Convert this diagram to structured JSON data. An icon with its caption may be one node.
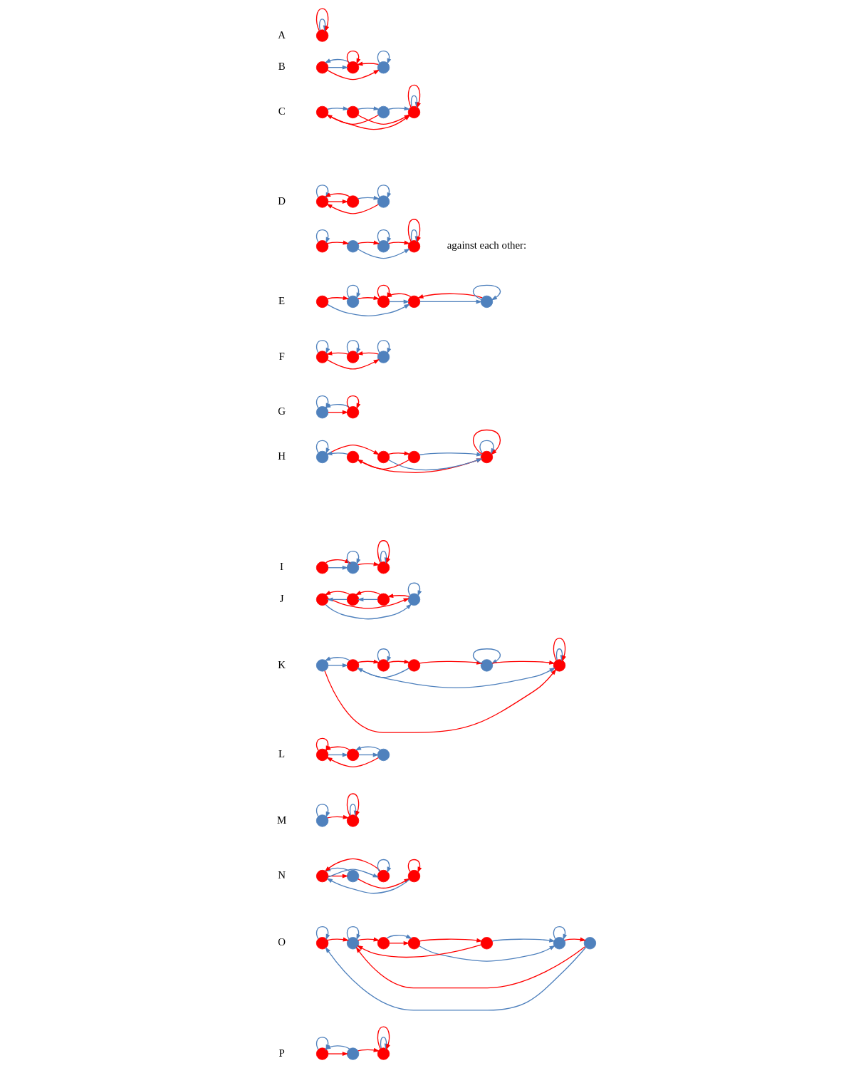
{
  "diagram": {
    "nodes": [
      {
        "text": [],
        "shape": "circle"
      },
      {
        "text": [],
        "shape": "circle"
      },
      {
        "text": [],
        "shape": "circle"
      },
      {
        "text": [],
        "shape": "circle"
      },
      {
        "text": [],
        "shape": "circle"
      },
      {
        "text": [],
        "shape": "circle"
      },
      {
        "text": [],
        "shape": "circle"
      },
      {
        "text": [],
        "shape": "circle"
      },
      {
        "text": [],
        "shape": "circle"
      },
      {
        "text": [],
        "shape": "circle"
      },
      {
        "text": [],
        "shape": "circle"
      },
      {
        "text": [],
        "shape": "circle"
      },
      {
        "text": [],
        "shape": "circle"
      },
      {
        "text": [],
        "shape": "circle"
      },
      {
        "text": [],
        "shape": "circle"
      },
      {
        "text": [],
        "shape": "circle"
      },
      {
        "text": [],
        "shape": "circle"
      },
      {
        "text": [],
        "shape": "circle"
      },
      {
        "text": [],
        "shape": "circle"
      },
      {
        "text": [],
        "shape": "circle"
      },
      {
        "text": [],
        "shape": "circle"
      },
      {
        "text": [],
        "shape": "circle"
      },
      {
        "text": [],
        "shape": "circle"
      },
      {
        "text": [],
        "shape": "circle"
      },
      {
        "text": [],
        "shape": "circle"
      },
      {
        "text": [],
        "shape": "circle"
      },
      {
        "text": [],
        "shape": "circle"
      },
      {
        "text": [],
        "shape": "circle"
      },
      {
        "text": [],
        "shape": "circle"
      },
      {
        "text": [],
        "shape": "circle"
      },
      {
        "text": [],
        "shape": "circle"
      },
      {
        "text": [],
        "shape": "circle"
      },
      {
        "text": [],
        "shape": "circle"
      },
      {
        "text": [],
        "shape": "circle"
      },
      {
        "text": [],
        "shape": "circle"
      },
      {
        "text": [],
        "shape": "circle"
      },
      {
        "text": [],
        "shape": "circle"
      },
      {
        "text": [],
        "shape": "circle"
      },
      {
        "text": [],
        "shape": "circle"
      },
      {
        "text": [],
        "shape": "circle"
      },
      {
        "text": [],
        "shape": "circle"
      },
      {
        "text": [],
        "shape": "circle"
      },
      {
        "text": [],
        "shape": "circle"
      },
      {
        "text": [],
        "shape": "circle"
      },
      {
        "text": [],
        "shape": "circle"
      },
      {
        "text": [],
        "shape": "circle"
      },
      {
        "text": [],
        "shape": "circle"
      },
      {
        "text": [],
        "shape": "circle"
      },
      {
        "text": [],
        "shape": "circle"
      },
      {
        "text": [],
        "shape": "circle"
      },
      {
        "text": [],
        "shape": "circle"
      },
      {
        "text": [],
        "shape": "circle"
      },
      {
        "text": [],
        "shape": "circle"
      },
      {
        "text": [],
        "shape": "circle"
      },
      {
        "text": [],
        "shape": "circle"
      },
      {
        "text": [],
        "shape": "circle"
      },
      {
        "text": [],
        "shape": "circle"
      },
      {
        "text": [],
        "shape": "circle"
      },
      {
        "text": [],
        "shape": "circle"
      },
      {
        "text": [],
        "shape": "circle"
      },
      {
        "text": [],
        "shape": "circle"
      },
      {
        "text": [],
        "shape": "circle"
      }
    ],
    "edges": [
      {
        "from": 0,
        "to": 0,
        "arrow": "to",
        "color": "#4f81bd"
      },
      {
        "from": 0,
        "to": 0,
        "arrow": "to",
        "color": "#ff0000"
      },
      {
        "from": 1,
        "to": 2,
        "arrow": "to",
        "color": "#4f81bd"
      },
      {
        "from": 1,
        "to": 3,
        "arrow": "to",
        "color": "#ff0000"
      },
      {
        "from": 3,
        "to": 3,
        "arrow": "to",
        "color": "#4f81bd"
      },
      {
        "from": 2,
        "to": 1,
        "arrow": "to",
        "color": "#4f81bd"
      },
      {
        "from": 3,
        "to": 2,
        "arrow": "to",
        "color": "#ff0000"
      },
      {
        "from": 2,
        "to": 2,
        "arrow": "to",
        "color": "#ff0000"
      },
      {
        "from": 4,
        "to": 5,
        "arrow": "to",
        "color": "#4f81bd"
      },
      {
        "from": 5,
        "to": 6,
        "arrow": "to",
        "color": "#4f81bd"
      },
      {
        "from": 6,
        "to": 7,
        "arrow": "to",
        "color": "#4f81bd"
      },
      {
        "from": 7,
        "to": 7,
        "arrow": "to",
        "color": "#4f81bd"
      },
      {
        "from": 6,
        "to": 4,
        "arrow": "to",
        "color": "#ff0000"
      },
      {
        "from": 5,
        "to": 7,
        "arrow": "to",
        "color": "#ff0000"
      },
      {
        "from": 4,
        "to": 7,
        "arrow": "to",
        "color": "#ff0000"
      },
      {
        "from": 7,
        "to": 7,
        "arrow": "to",
        "color": "#ff0000"
      },
      {
        "from": 8,
        "to": 8,
        "arrow": "to",
        "color": "#4f81bd"
      },
      {
        "from": 8,
        "to": 9,
        "arrow": "to",
        "color": "#ff0000"
      },
      {
        "from": 9,
        "to": 10,
        "arrow": "to",
        "color": "#4f81bd"
      },
      {
        "from": 10,
        "to": 10,
        "arrow": "to",
        "color": "#4f81bd"
      },
      {
        "from": 9,
        "to": 8,
        "arrow": "to",
        "color": "#ff0000"
      },
      {
        "from": 10,
        "to": 8,
        "arrow": "to",
        "color": "#ff0000"
      },
      {
        "from": 11,
        "to": 11,
        "arrow": "to",
        "color": "#4f81bd"
      },
      {
        "from": 11,
        "to": 12,
        "arrow": "to",
        "color": "#ff0000"
      },
      {
        "from": 12,
        "to": 14,
        "arrow": "to",
        "color": "#4f81bd"
      },
      {
        "from": 12,
        "to": 13,
        "arrow": "to",
        "color": "#ff0000"
      },
      {
        "from": 13,
        "to": 13,
        "arrow": "to",
        "color": "#4f81bd"
      },
      {
        "from": 13,
        "to": 14,
        "arrow": "to",
        "color": "#ff0000"
      },
      {
        "from": 14,
        "to": 14,
        "arrow": "to",
        "color": "#4f81bd"
      },
      {
        "from": 14,
        "to": 14,
        "arrow": "to",
        "color": "#ff0000"
      },
      {
        "from": 15,
        "to": 18,
        "arrow": "to",
        "color": "#4f81bd"
      },
      {
        "from": 15,
        "to": 16,
        "arrow": "to",
        "color": "#ff0000"
      },
      {
        "from": 16,
        "to": 16,
        "arrow": "to",
        "color": "#4f81bd"
      },
      {
        "from": 16,
        "to": 17,
        "arrow": "to",
        "color": "#ff0000"
      },
      {
        "from": 17,
        "to": 17,
        "arrow": "to",
        "color": "#ff0000"
      },
      {
        "from": 17,
        "to": 18,
        "arrow": "to",
        "color": "#4f81bd"
      },
      {
        "from": 18,
        "to": 19,
        "arrow": "to",
        "color": "#4f81bd"
      },
      {
        "from": 19,
        "to": 19,
        "arrow": "to",
        "color": "#4f81bd"
      },
      {
        "from": 18,
        "to": 17,
        "arrow": "to",
        "color": "#ff0000"
      },
      {
        "from": 19,
        "to": 18,
        "arrow": "to",
        "color": "#ff0000"
      },
      {
        "from": 20,
        "to": 20,
        "arrow": "to",
        "color": "#4f81bd"
      },
      {
        "from": 20,
        "to": 22,
        "arrow": "to",
        "color": "#ff0000"
      },
      {
        "from": 21,
        "to": 21,
        "arrow": "to",
        "color": "#4f81bd"
      },
      {
        "from": 22,
        "to": 22,
        "arrow": "to",
        "color": "#4f81bd"
      },
      {
        "from": 21,
        "to": 20,
        "arrow": "to",
        "color": "#ff0000"
      },
      {
        "from": 22,
        "to": 21,
        "arrow": "to",
        "color": "#ff0000"
      },
      {
        "from": 23,
        "to": 23,
        "arrow": "to",
        "color": "#4f81bd"
      },
      {
        "from": 23,
        "to": 24,
        "arrow": "to",
        "color": "#ff0000"
      },
      {
        "from": 24,
        "to": 24,
        "arrow": "to",
        "color": "#ff0000"
      },
      {
        "from": 24,
        "to": 23,
        "arrow": "to",
        "color": "#4f81bd"
      },
      {
        "from": 25,
        "to": 25,
        "arrow": "to",
        "color": "#4f81bd"
      },
      {
        "from": 25,
        "to": 27,
        "arrow": "to",
        "color": "#ff0000"
      },
      {
        "from": 26,
        "to": 29,
        "arrow": "to",
        "color": "#ff0000"
      },
      {
        "from": 27,
        "to": 28,
        "arrow": "to",
        "color": "#ff0000"
      },
      {
        "from": 27,
        "to": 29,
        "arrow": "to",
        "color": "#4f81bd"
      },
      {
        "from": 28,
        "to": 29,
        "arrow": "to",
        "color": "#4f81bd"
      },
      {
        "from": 29,
        "to": 29,
        "arrow": "to",
        "color": "#4f81bd"
      },
      {
        "from": 26,
        "to": 25,
        "arrow": "to",
        "color": "#4f81bd"
      },
      {
        "from": 28,
        "to": 26,
        "arrow": "to",
        "color": "#ff0000"
      },
      {
        "from": 29,
        "to": 29,
        "arrow": "to",
        "color": "#ff0000"
      },
      {
        "from": 30,
        "to": 31,
        "arrow": "to",
        "color": "#4f81bd"
      },
      {
        "from": 31,
        "to": 31,
        "arrow": "to",
        "color": "#4f81bd"
      },
      {
        "from": 31,
        "to": 32,
        "arrow": "to",
        "color": "#ff0000"
      },
      {
        "from": 32,
        "to": 32,
        "arrow": "to",
        "color": "#4f81bd"
      },
      {
        "from": 30,
        "to": 31,
        "arrow": "to",
        "color": "#ff0000"
      },
      {
        "from": 32,
        "to": 32,
        "arrow": "to",
        "color": "#ff0000"
      },
      {
        "from": 33,
        "to": 36,
        "arrow": "to",
        "color": "#4f81bd"
      },
      {
        "from": 34,
        "to": 33,
        "arrow": "to",
        "color": "#4f81bd"
      },
      {
        "from": 35,
        "to": 34,
        "arrow": "to",
        "color": "#4f81bd"
      },
      {
        "from": 36,
        "to": 36,
        "arrow": "to",
        "color": "#4f81bd"
      },
      {
        "from": 34,
        "to": 33,
        "arrow": "to",
        "color": "#ff0000"
      },
      {
        "from": 35,
        "to": 34,
        "arrow": "to",
        "color": "#ff0000"
      },
      {
        "from": 36,
        "to": 35,
        "arrow": "to",
        "color": "#ff0000"
      },
      {
        "from": 33,
        "to": 36,
        "arrow": "to",
        "color": "#ff0000"
      },
      {
        "from": 37,
        "to": 42,
        "arrow": "to",
        "color": "#ff0000"
      },
      {
        "from": 37,
        "to": 38,
        "arrow": "to",
        "color": "#4f81bd"
      },
      {
        "from": 38,
        "to": 42,
        "arrow": "to",
        "color": "#4f81bd"
      },
      {
        "from": 38,
        "to": 39,
        "arrow": "to",
        "color": "#ff0000"
      },
      {
        "from": 39,
        "to": 39,
        "arrow": "to",
        "color": "#4f81bd"
      },
      {
        "from": 39,
        "to": 40,
        "arrow": "to",
        "color": "#ff0000"
      },
      {
        "from": 40,
        "to": 41,
        "arrow": "to",
        "color": "#ff0000"
      },
      {
        "from": 41,
        "to": 41,
        "arrow": "to",
        "color": "#4f81bd"
      },
      {
        "from": 41,
        "to": 42,
        "arrow": "to",
        "color": "#ff0000"
      },
      {
        "from": 42,
        "to": 42,
        "arrow": "to",
        "color": "#4f81bd"
      },
      {
        "from": 38,
        "to": 37,
        "arrow": "to",
        "color": "#4f81bd"
      },
      {
        "from": 40,
        "to": 38,
        "arrow": "to",
        "color": "#4f81bd"
      },
      {
        "from": 42,
        "to": 42,
        "arrow": "to",
        "color": "#ff0000"
      },
      {
        "from": 43,
        "to": 43,
        "arrow": "to",
        "color": "#ff0000"
      },
      {
        "from": 43,
        "to": 44,
        "arrow": "to",
        "color": "#4f81bd"
      },
      {
        "from": 44,
        "to": 45,
        "arrow": "to",
        "color": "#4f81bd"
      },
      {
        "from": 44,
        "to": 43,
        "arrow": "to",
        "color": "#ff0000"
      },
      {
        "from": 45,
        "to": 44,
        "arrow": "to",
        "color": "#4f81bd"
      },
      {
        "from": 45,
        "to": 43,
        "arrow": "to",
        "color": "#ff0000"
      },
      {
        "from": 46,
        "to": 46,
        "arrow": "to",
        "color": "#4f81bd"
      },
      {
        "from": 46,
        "to": 47,
        "arrow": "to",
        "color": "#ff0000"
      },
      {
        "from": 47,
        "to": 47,
        "arrow": "to",
        "color": "#4f81bd"
      },
      {
        "from": 47,
        "to": 47,
        "arrow": "to",
        "color": "#ff0000"
      },
      {
        "from": 48,
        "to": 50,
        "arrow": "to",
        "color": "#4f81bd"
      },
      {
        "from": 48,
        "to": 49,
        "arrow": "to",
        "color": "#ff0000"
      },
      {
        "from": 49,
        "to": 51,
        "arrow": "to",
        "color": "#ff0000"
      },
      {
        "from": 50,
        "to": 50,
        "arrow": "to",
        "color": "#4f81bd"
      },
      {
        "from": 51,
        "to": 51,
        "arrow": "to",
        "color": "#ff0000"
      },
      {
        "from": 49,
        "to": 48,
        "arrow": "to",
        "color": "#4f81bd"
      },
      {
        "from": 50,
        "to": 48,
        "arrow": "to",
        "color": "#ff0000"
      },
      {
        "from": 51,
        "to": 48,
        "arrow": "to",
        "color": "#4f81bd"
      },
      {
        "from": 52,
        "to": 52,
        "arrow": "to",
        "color": "#4f81bd"
      },
      {
        "from": 52,
        "to": 53,
        "arrow": "to",
        "color": "#ff0000"
      },
      {
        "from": 53,
        "to": 53,
        "arrow": "to",
        "color": "#4f81bd"
      },
      {
        "from": 53,
        "to": 54,
        "arrow": "to",
        "color": "#ff0000"
      },
      {
        "from": 54,
        "to": 55,
        "arrow": "to",
        "color": "#ff0000"
      },
      {
        "from": 55,
        "to": 57,
        "arrow": "to",
        "color": "#4f81bd"
      },
      {
        "from": 55,
        "to": 56,
        "arrow": "to",
        "color": "#ff0000"
      },
      {
        "from": 56,
        "to": 57,
        "arrow": "to",
        "color": "#4f81bd"
      },
      {
        "from": 57,
        "to": 57,
        "arrow": "to",
        "color": "#4f81bd"
      },
      {
        "from": 57,
        "to": 58,
        "arrow": "to",
        "color": "#ff0000"
      },
      {
        "from": 54,
        "to": 55,
        "arrow": "to",
        "color": "#4f81bd"
      },
      {
        "from": 56,
        "to": 53,
        "arrow": "to",
        "color": "#ff0000"
      },
      {
        "from": 58,
        "to": 53,
        "arrow": "to",
        "color": "#ff0000"
      },
      {
        "from": 58,
        "to": 52,
        "arrow": "to",
        "color": "#4f81bd"
      },
      {
        "from": 59,
        "to": 59,
        "arrow": "to",
        "color": "#4f81bd"
      },
      {
        "from": 59,
        "to": 60,
        "arrow": "to",
        "color": "#ff0000"
      },
      {
        "from": 60,
        "to": 61,
        "arrow": "to",
        "color": "#ff0000"
      },
      {
        "from": 61,
        "to": 61,
        "arrow": "to",
        "color": "#4f81bd"
      },
      {
        "from": 60,
        "to": 59,
        "arrow": "to",
        "color": "#4f81bd"
      },
      {
        "from": 61,
        "to": 61,
        "arrow": "to",
        "color": "#ff0000"
      }
    ],
    "labels": [
      "A",
      "B",
      "C",
      "D",
      "against each other:",
      "E",
      "F",
      "G",
      "H",
      "I",
      "J",
      "K",
      "L",
      "M",
      "N",
      "O",
      "P"
    ]
  }
}
